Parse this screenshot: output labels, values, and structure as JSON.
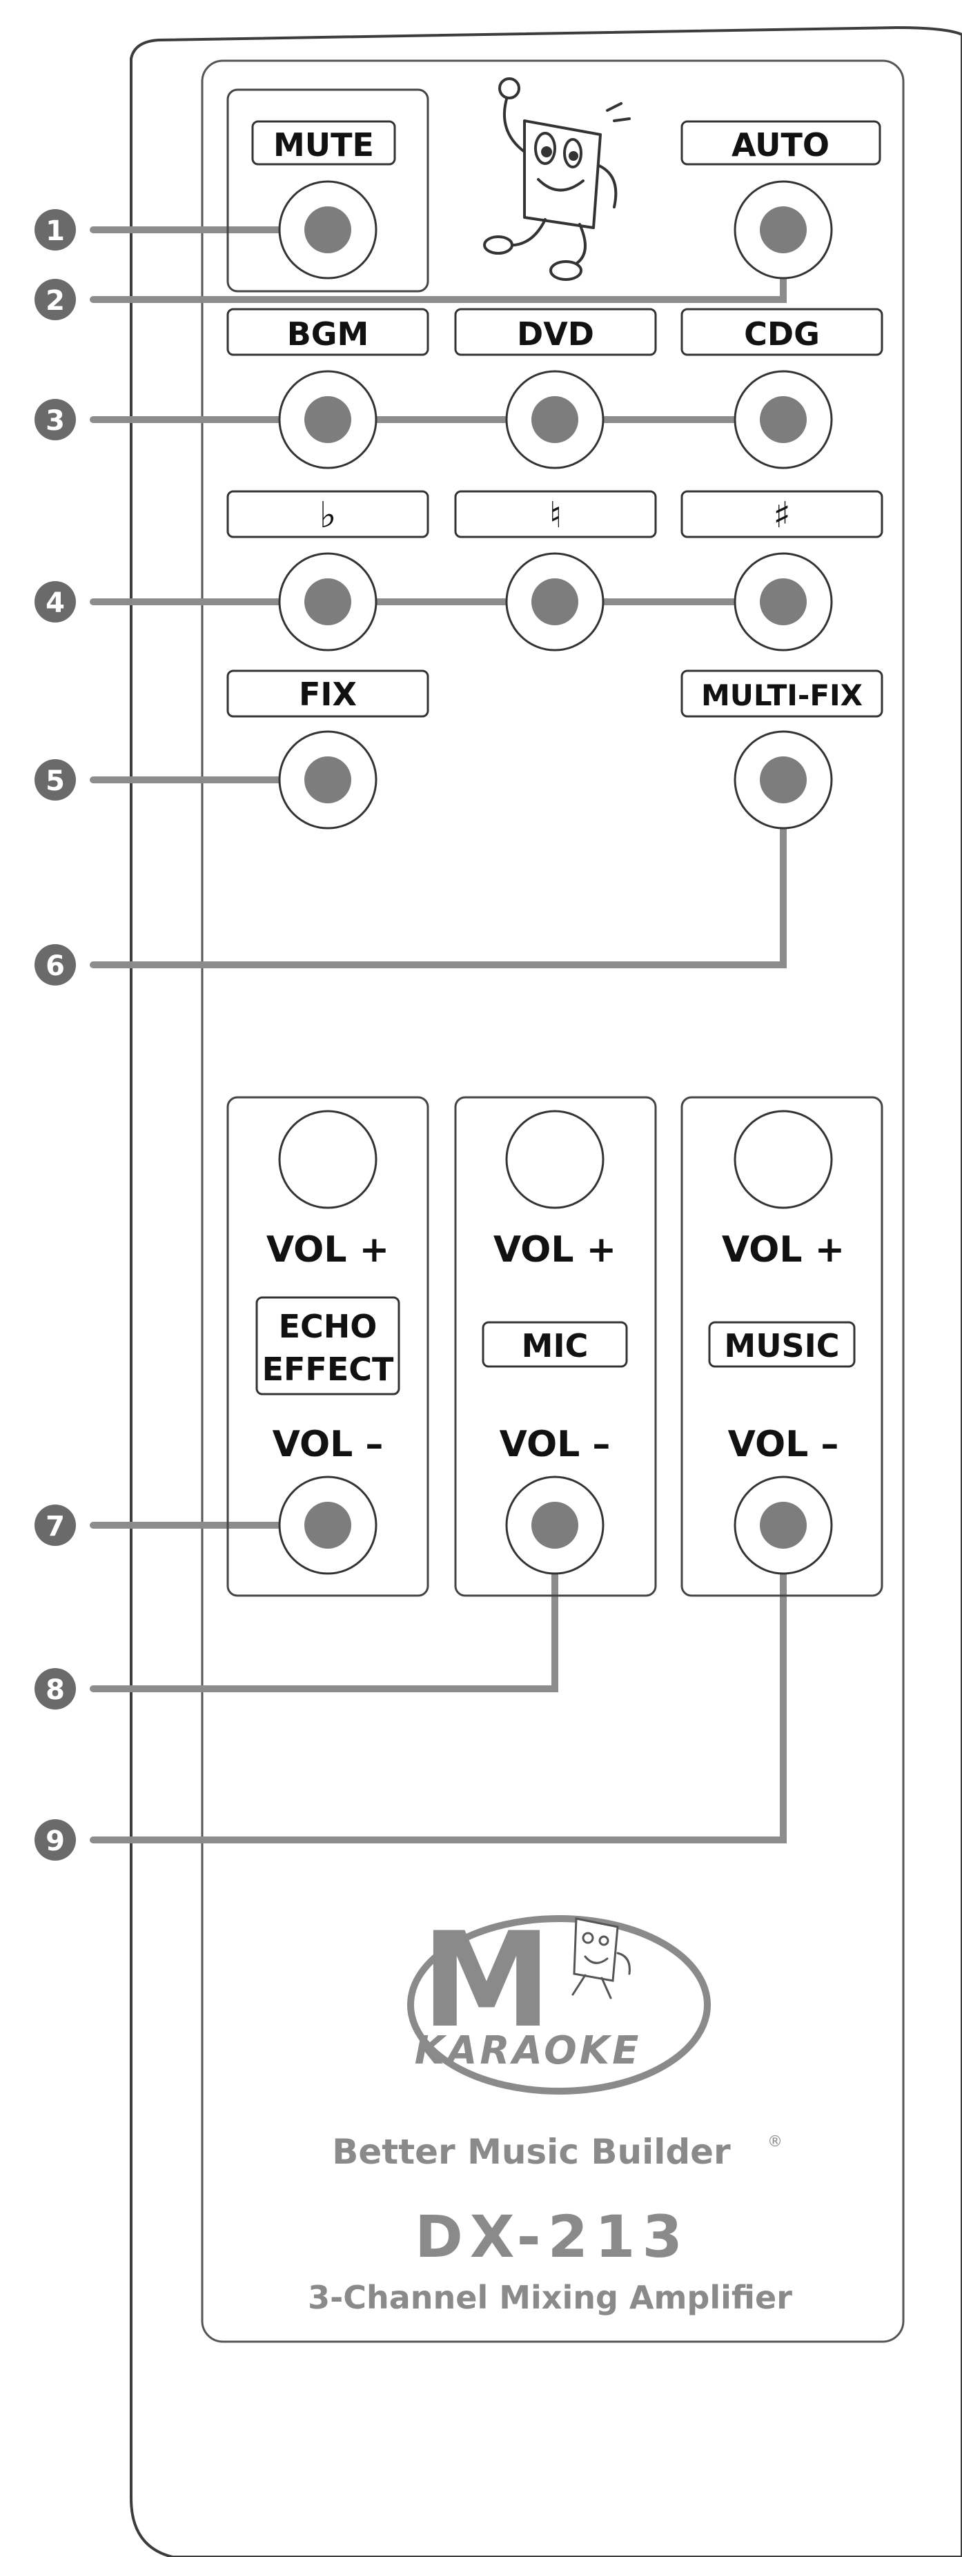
{
  "colors": {
    "outline": "#3c3c3c",
    "leader": "#8c8c8c",
    "button_dot": "#7d7d7d",
    "callout": "#6a6a6a",
    "brand_gray": "#8a8a8a"
  },
  "top_buttons": {
    "mute": "MUTE",
    "auto": "AUTO",
    "bgm": "BGM",
    "dvd": "DVD",
    "cdg": "CDG",
    "flat": "♭",
    "natural": "♮",
    "sharp": "♯",
    "fix": "FIX",
    "multi_fix": "MULTI-FIX"
  },
  "channels": {
    "vol_plus": "VOL +",
    "vol_minus": "VOL –",
    "echo_line1": "ECHO",
    "echo_line2": "EFFECT",
    "mic": "MIC",
    "music": "MUSIC"
  },
  "callouts": [
    "1",
    "2",
    "3",
    "4",
    "5",
    "6",
    "7",
    "8",
    "9"
  ],
  "branding": {
    "logo_letter": "M",
    "logo_word": "KARAOKE",
    "tagline": "Better Music Builder",
    "trademark": "®",
    "model": "DX-213",
    "description": "3-Channel Mixing Amplifier"
  }
}
